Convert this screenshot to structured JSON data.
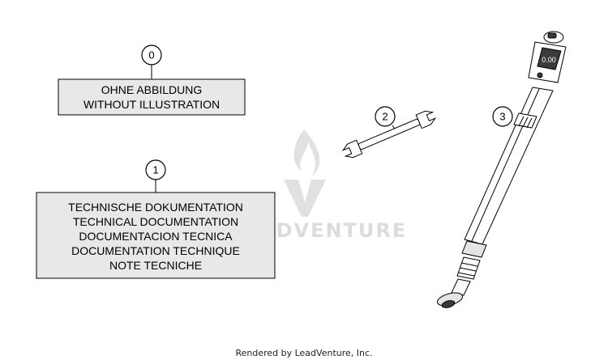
{
  "callouts": [
    {
      "number": "0"
    },
    {
      "number": "1"
    },
    {
      "number": "2"
    },
    {
      "number": "3"
    }
  ],
  "box0": {
    "lines": [
      "OHNE ABBILDUNG",
      "WITHOUT ILLUSTRATION"
    ]
  },
  "box1": {
    "lines": [
      "TECHNISCHE DOKUMENTATION",
      "TECHNICAL DOCUMENTATION",
      "DOCUMENTACION TECNICA",
      "DOCUMENTATION TECHNIQUE",
      "NOTE TECNICHE"
    ]
  },
  "watermark": {
    "text": "ADVENTURE"
  },
  "gauge": {
    "display": "0.00"
  },
  "footer": {
    "text": "Rendered by LeadVenture, Inc."
  },
  "colors": {
    "box_fill": "#e8e8e8",
    "watermark": "#d9d9d9"
  }
}
